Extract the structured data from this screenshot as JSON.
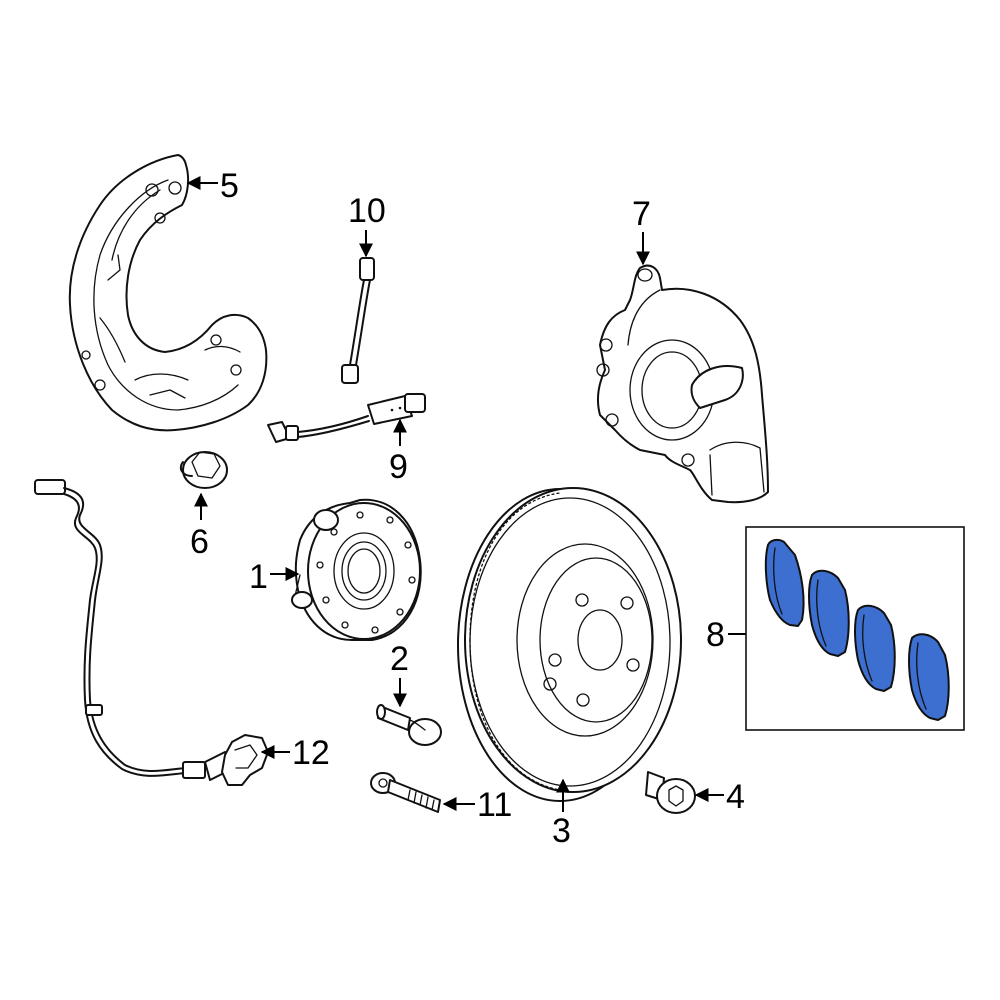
{
  "diagram": {
    "callouts": [
      {
        "id": "1",
        "label": "1"
      },
      {
        "id": "2",
        "label": "2"
      },
      {
        "id": "3",
        "label": "3"
      },
      {
        "id": "4",
        "label": "4"
      },
      {
        "id": "5",
        "label": "5"
      },
      {
        "id": "6",
        "label": "6"
      },
      {
        "id": "7",
        "label": "7"
      },
      {
        "id": "8",
        "label": "8"
      },
      {
        "id": "9",
        "label": "9"
      },
      {
        "id": "10",
        "label": "10"
      },
      {
        "id": "11",
        "label": "11"
      },
      {
        "id": "12",
        "label": "12"
      }
    ],
    "colors": {
      "line": "#111111",
      "pad_fill": "#3d6fd1",
      "background": "#ffffff"
    },
    "icons": [
      "splash-shield",
      "hub-bearing",
      "brake-rotor",
      "caliper-bracket",
      "brake-pads",
      "wear-sensor",
      "abs-sensor",
      "bolt"
    ]
  }
}
